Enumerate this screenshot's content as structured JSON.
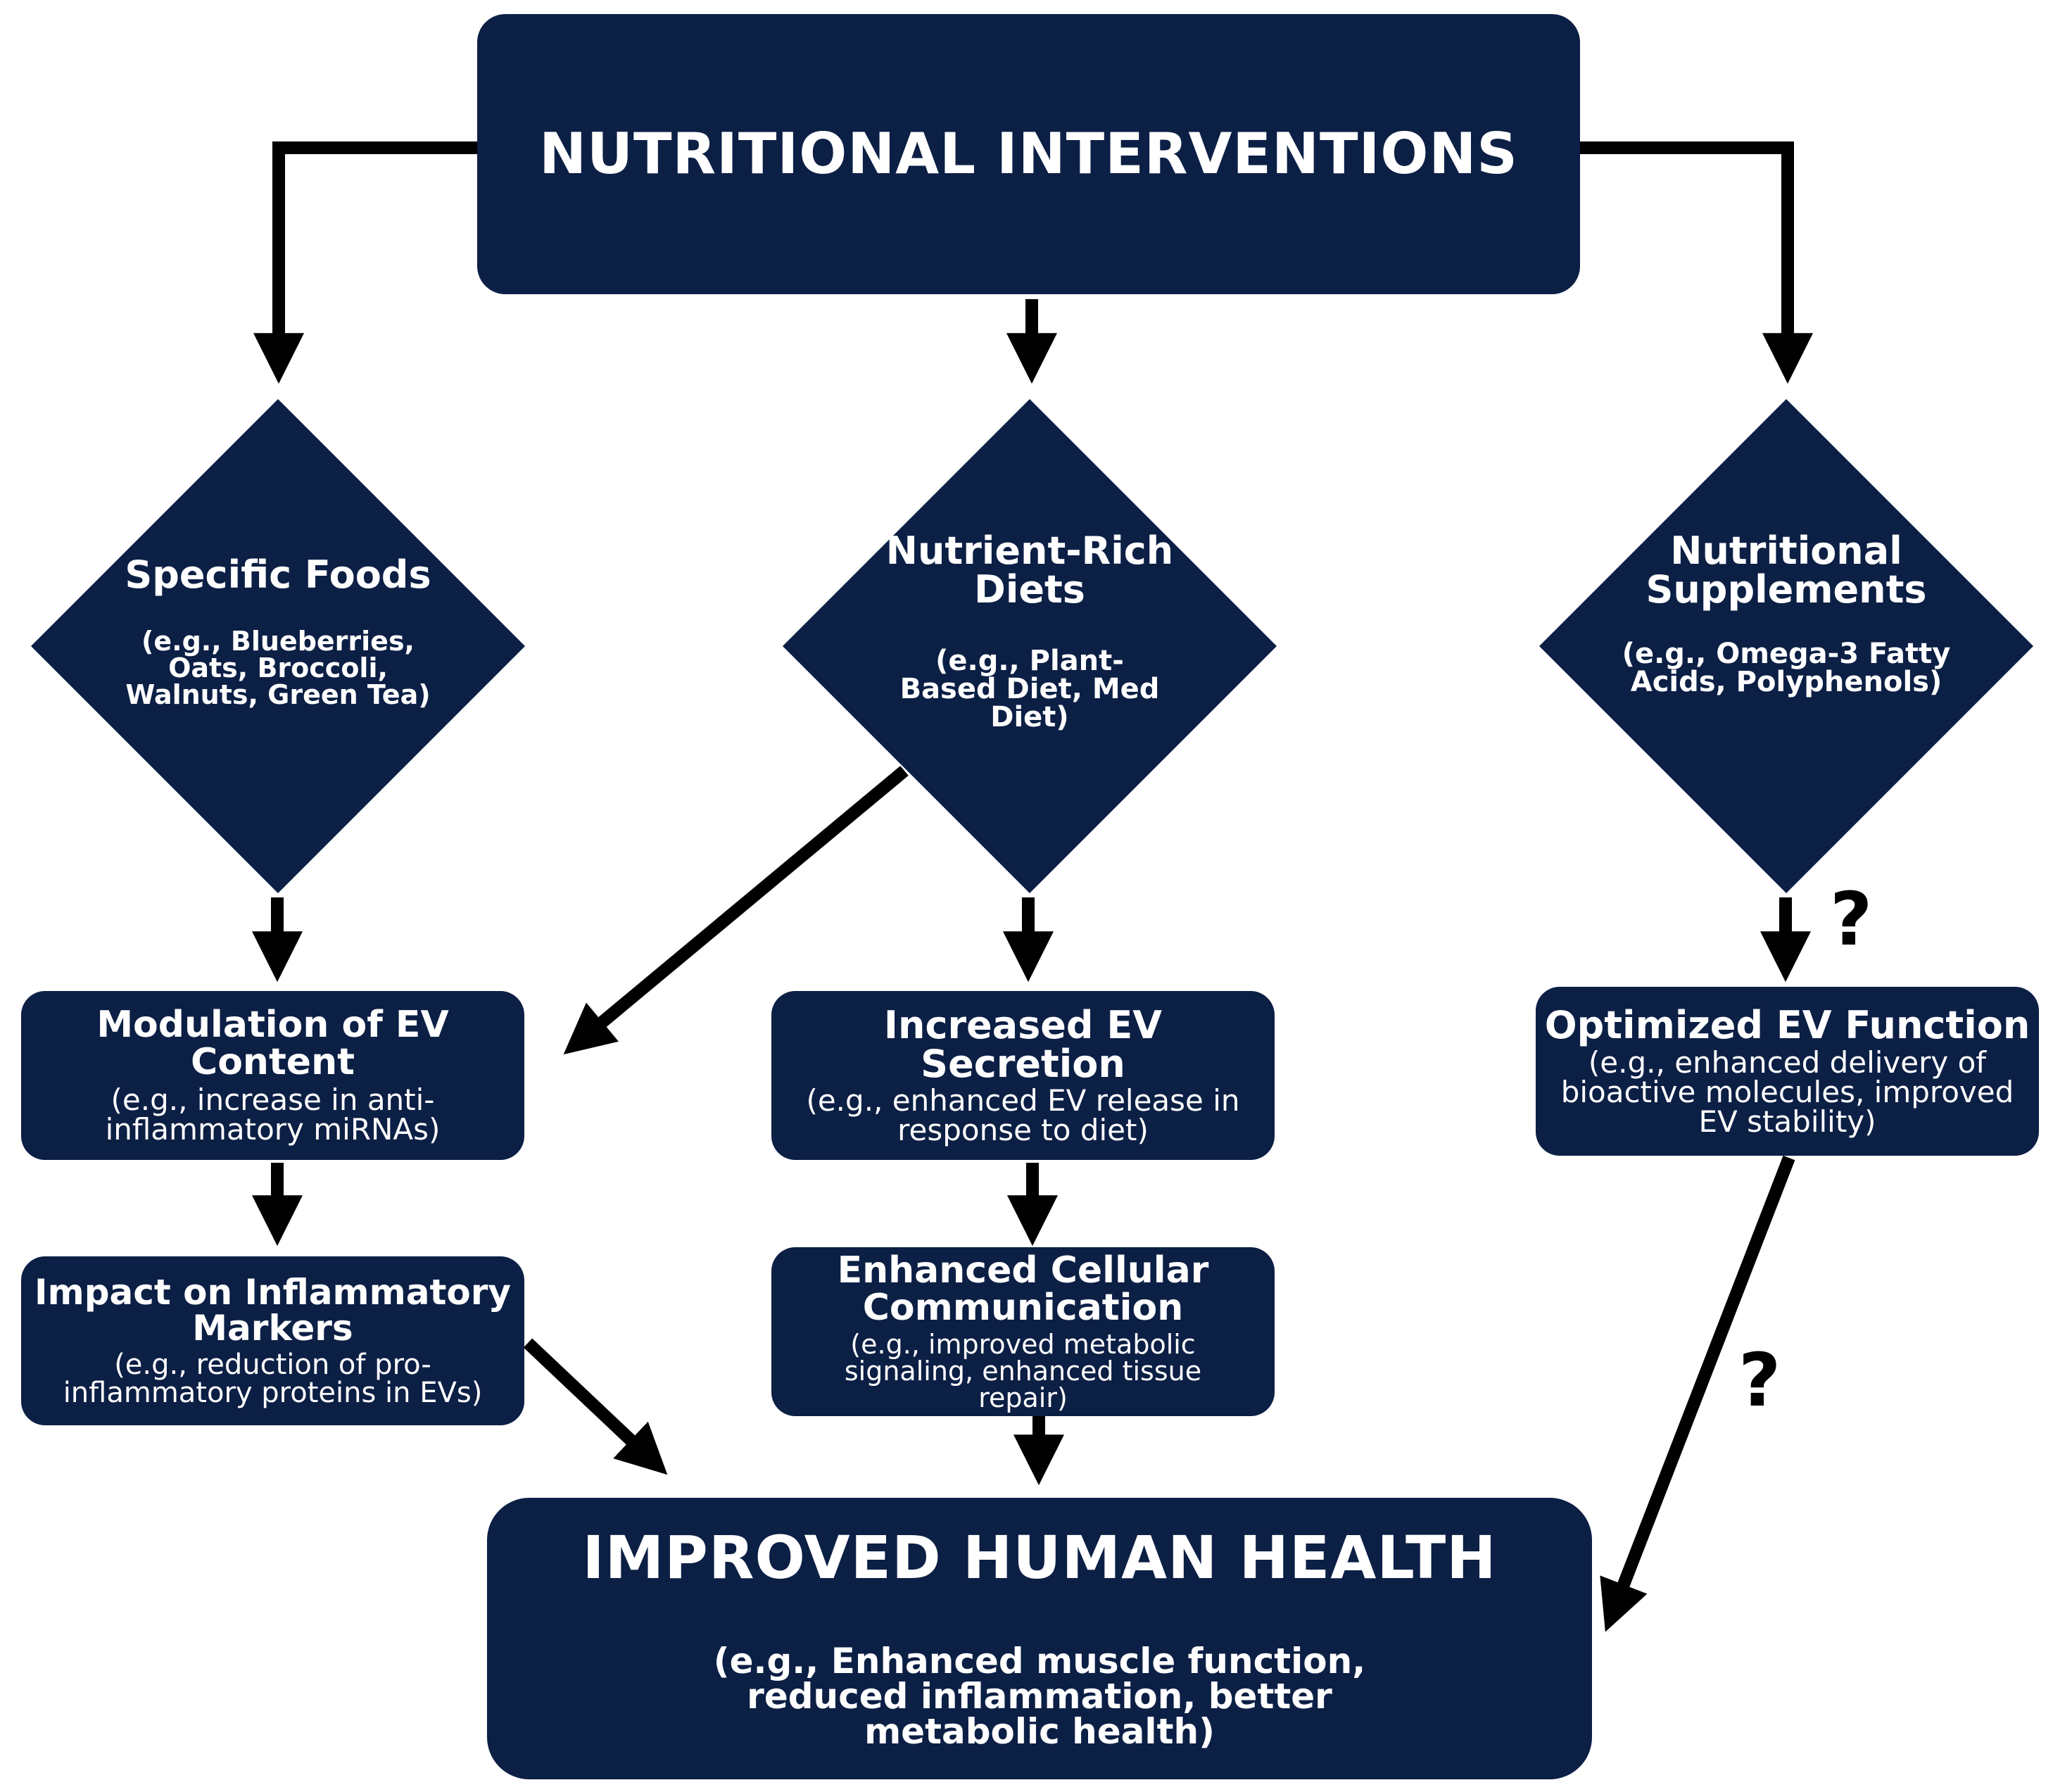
{
  "colors": {
    "node_fill": "#0c1f45",
    "node_text": "#ffffff",
    "arrow": "#000000"
  },
  "top": {
    "title": "NUTRITIONAL INTERVENTIONS"
  },
  "branches": {
    "foods": {
      "title": "Specific Foods",
      "example": "(e.g., Blueberries, Oats, Broccoli, Walnuts, Green Tea)"
    },
    "diets": {
      "title": "Nutrient-Rich Diets",
      "example": "(e.g., Plant-Based Diet, Med Diet)"
    },
    "supplements": {
      "title": "Nutritional Supplements",
      "example": "(e.g., Omega-3 Fatty Acids, Polyphenols)"
    }
  },
  "effects": {
    "modulation": {
      "title": "Modulation of EV Content",
      "example": "(e.g., increase in anti-inflammatory miRNAs)"
    },
    "secretion": {
      "title": "Increased EV Secretion",
      "example": "(e.g., enhanced EV release in response to diet)"
    },
    "function": {
      "title": "Optimized EV Function",
      "example": "(e.g., enhanced delivery of bioactive molecules, improved EV stability)"
    },
    "inflammatory": {
      "title": "Impact on Inflammatory Markers",
      "example": "(e.g., reduction of pro-inflammatory proteins in EVs)"
    },
    "communication": {
      "title": "Enhanced Cellular Communication",
      "example": "(e.g., improved metabolic signaling, enhanced tissue repair)"
    }
  },
  "outcome": {
    "title": "IMPROVED HUMAN HEALTH",
    "example": "(e.g., Enhanced muscle function, reduced inflammation, better metabolic health)"
  },
  "uncertainty_marks": [
    "?",
    "?"
  ]
}
